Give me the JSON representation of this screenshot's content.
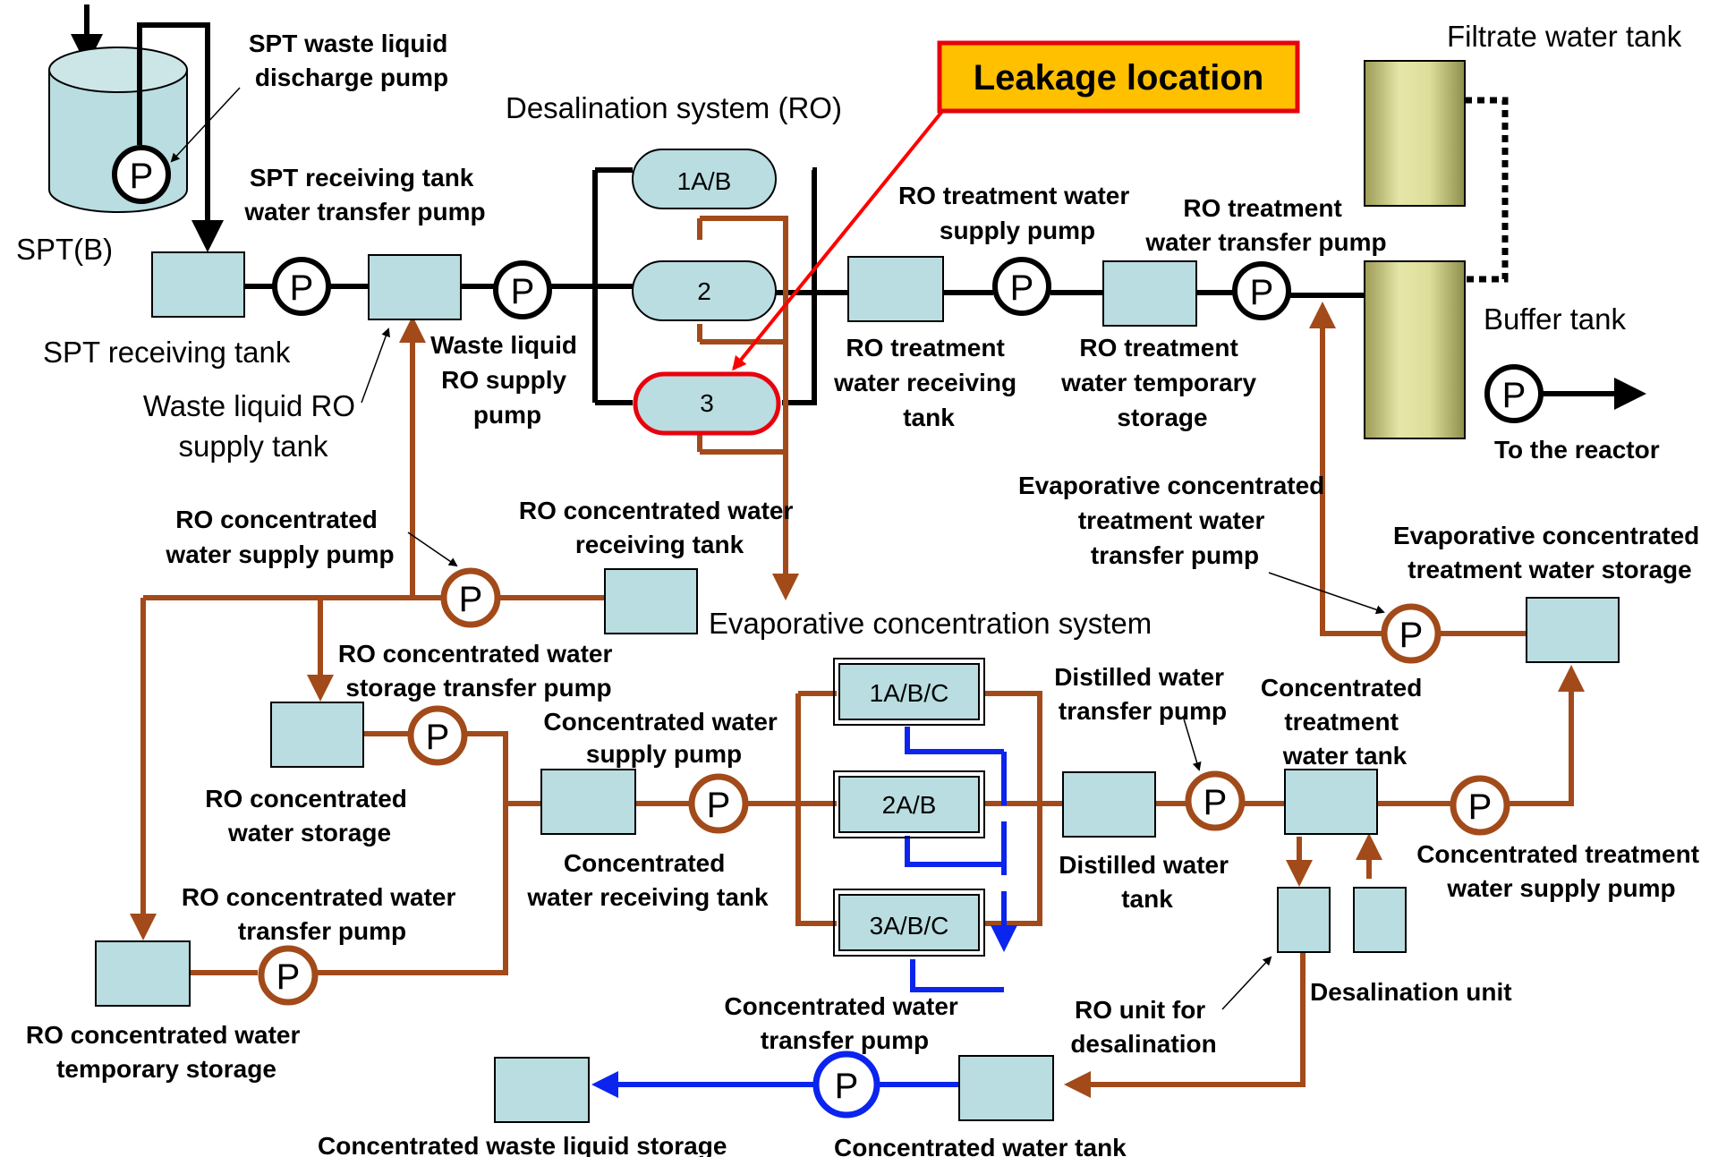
{
  "callout": {
    "text": "Leakage location",
    "fill": "#ffc000",
    "border": "#e8000d",
    "arrow": "#ff0000"
  },
  "colors": {
    "black_line": "#000000",
    "ro_concentrate_line": "#a24a1a",
    "evap_concentrate_line": "#0b24ee",
    "tank_fill": "#b9dde0",
    "filter_tank_fill": "#dede9a"
  },
  "pump_symbol": "P",
  "titles": {
    "ro_system": "Desalination system (RO)",
    "evap_system": "Evaporative concentration system"
  },
  "labels": {
    "spt_b": "SPT(B)",
    "spt_discharge_pump": [
      "SPT waste liquid",
      "discharge pump"
    ],
    "spt_receiving_transfer_pump": [
      "SPT receiving tank",
      "water transfer pump"
    ],
    "spt_receiving_tank": "SPT receiving tank",
    "waste_ro_supply_tank": [
      "Waste liquid RO",
      "supply tank"
    ],
    "waste_ro_supply_pump": [
      "Waste liquid",
      "RO supply",
      "pump"
    ],
    "ro_treat_supply_pump": [
      "RO treatment water",
      "supply pump"
    ],
    "ro_treat_receiving_tank": [
      "RO treatment",
      "water receiving",
      "tank"
    ],
    "ro_treat_transfer_pump": [
      "RO treatment",
      "water transfer pump"
    ],
    "ro_treat_temp_storage": [
      "RO treatment",
      "water temporary",
      "storage"
    ],
    "filtrate_tank": "Filtrate water tank",
    "buffer_tank": "Buffer tank",
    "to_reactor": "To the reactor",
    "ro_conc_supply_pump": [
      "RO concentrated",
      "water supply pump"
    ],
    "ro_conc_receiving_tank": [
      "RO concentrated water",
      "receiving tank"
    ],
    "evap_conc_transfer_pump": [
      "Evaporative concentrated",
      "treatment water",
      "transfer pump"
    ],
    "evap_conc_storage": [
      "Evaporative concentrated",
      "treatment water storage"
    ],
    "ro_conc_storage_transfer_pump": [
      "RO concentrated water",
      "storage transfer pump"
    ],
    "ro_conc_storage": [
      "RO concentrated",
      "water storage"
    ],
    "conc_supply_pump": [
      "Concentrated water",
      "supply pump"
    ],
    "conc_receiving_tank": [
      "Concentrated",
      "water receiving tank"
    ],
    "distilled_transfer_pump": [
      "Distilled water",
      "transfer pump"
    ],
    "distilled_tank": [
      "Distilled water",
      "tank"
    ],
    "conc_treat_tank": [
      "Concentrated",
      "treatment",
      "water tank"
    ],
    "conc_treat_supply_pump": [
      "Concentrated treatment",
      "water supply pump"
    ],
    "ro_conc_transfer_pump": [
      "RO concentrated water",
      "transfer pump"
    ],
    "ro_conc_temp_storage": [
      "RO concentrated water",
      "temporary storage"
    ],
    "desal_unit": "Desalination unit",
    "ro_unit_desal": [
      "RO unit for",
      "desalination"
    ],
    "conc_transfer_pump": [
      "Concentrated water",
      "transfer pump"
    ],
    "conc_waste_storage": "Concentrated waste liquid storage",
    "conc_tank": "Concentrated water tank"
  },
  "ro_units": [
    "1A/B",
    "2",
    "3"
  ],
  "evap_units": [
    "1A/B/C",
    "2A/B",
    "3A/B/C"
  ]
}
